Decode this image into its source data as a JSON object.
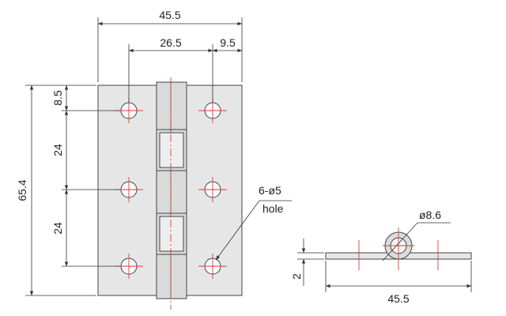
{
  "dimensions": {
    "overall_width": "45.5",
    "hole_spacing_x": "26.5",
    "edge_offset_x": "9.5",
    "top_offset": "8.5",
    "pitch_upper": "24",
    "pitch_lower": "24",
    "overall_height": "65.4",
    "thickness": "2",
    "side_width": "45.5",
    "pin_diameter": "ø8.6"
  },
  "callout": {
    "count": "6-ø5",
    "word": "hole"
  },
  "colors": {
    "outline": "#444444",
    "plate_fill": "#e6e6e6",
    "knuckle_fill": "#d9d9d9",
    "center_line": "#e23a3a",
    "dimension_line": "#333333"
  }
}
